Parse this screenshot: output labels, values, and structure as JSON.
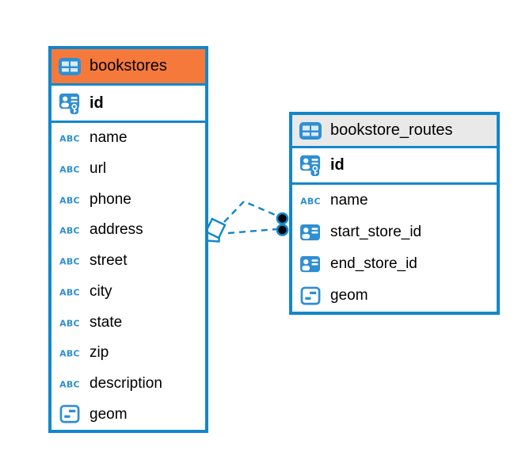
{
  "diagram": {
    "background": "#ffffff",
    "accent_blue": "#1287CA",
    "icon_blue": "#2E8FD3",
    "tables": [
      {
        "name": "bookstores",
        "header_color": "#F6793C",
        "primary_key": {
          "name": "id",
          "type_icon": "primary-key"
        },
        "columns": [
          {
            "name": "name",
            "type_icon": "text"
          },
          {
            "name": "url",
            "type_icon": "text"
          },
          {
            "name": "phone",
            "type_icon": "text"
          },
          {
            "name": "address",
            "type_icon": "text"
          },
          {
            "name": "street",
            "type_icon": "text"
          },
          {
            "name": "city",
            "type_icon": "text"
          },
          {
            "name": "state",
            "type_icon": "text"
          },
          {
            "name": "zip",
            "type_icon": "text"
          },
          {
            "name": "description",
            "type_icon": "text"
          },
          {
            "name": "geom",
            "type_icon": "geometry"
          }
        ]
      },
      {
        "name": "bookstore_routes",
        "header_color": "#E9E9E9",
        "primary_key": {
          "name": "id",
          "type_icon": "primary-key"
        },
        "columns": [
          {
            "name": "name",
            "type_icon": "text"
          },
          {
            "name": "start_store_id",
            "type_icon": "reference"
          },
          {
            "name": "end_store_id",
            "type_icon": "reference"
          },
          {
            "name": "geom",
            "type_icon": "geometry"
          }
        ]
      }
    ],
    "relationship": {
      "from_table": "bookstores",
      "to_table": "bookstore_routes",
      "line_style": "dashed",
      "line_color": "#1287CA",
      "endpoint_count": 2
    }
  }
}
